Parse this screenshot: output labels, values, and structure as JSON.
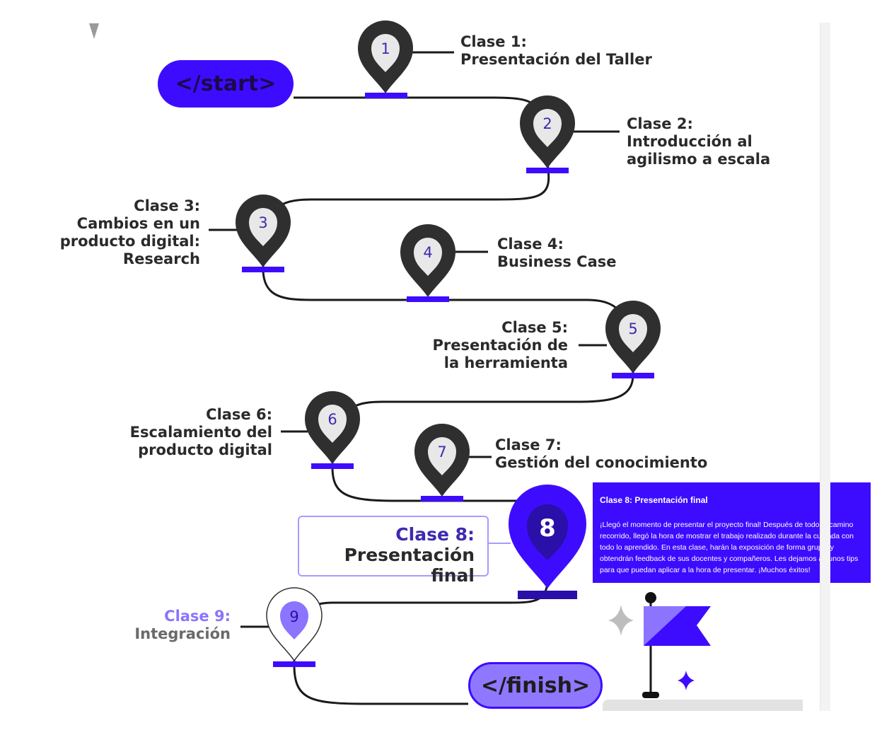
{
  "roadmap": {
    "start_label": "</start>",
    "finish_label": "</finish>",
    "classes": [
      {
        "number": "1",
        "title": "Clase 1:",
        "lines": [
          "Presentación del Taller"
        ]
      },
      {
        "number": "2",
        "title": "Clase 2:",
        "lines": [
          "Introducción al",
          "agilismo a escala"
        ]
      },
      {
        "number": "3",
        "title": "Clase 3:",
        "lines": [
          "Cambios en un",
          "producto digital:",
          "Research"
        ]
      },
      {
        "number": "4",
        "title": "Clase 4:",
        "lines": [
          "Business Case"
        ]
      },
      {
        "number": "5",
        "title": "Clase 5:",
        "lines": [
          "Presentación de",
          "la herramienta"
        ]
      },
      {
        "number": "6",
        "title": "Clase 6:",
        "lines": [
          "Escalamiento del",
          "producto digital"
        ]
      },
      {
        "number": "7",
        "title": "Clase 7:",
        "lines": [
          "Gestión del conocimiento"
        ]
      },
      {
        "number": "8",
        "title": "Clase 8:",
        "lines": [
          "Presentación final"
        ]
      },
      {
        "number": "9",
        "title": "Clase 9:",
        "lines": [
          "Integración"
        ]
      }
    ]
  },
  "tooltip": {
    "title": "Clase 8: Presentación final",
    "body": "¡Llegó el momento de presentar el proyecto final! Después de todo el camino recorrido, llegó la hora de mostrar el trabajo realizado durante la cursada con todo lo aprendido. En esta clase, harán la exposición de forma grupal y obtendrán feedback de sus docentes y compañeros. Les dejamos algunos tips para que puedan aplicar a la hora de presentar. ¡Muchos éxitos!"
  },
  "colors": {
    "accent": "#3d0cff",
    "accent_light": "#8c74ff",
    "pin_dark": "#2f2f2f",
    "text": "#2a2a2a"
  },
  "icons": [
    "map-pin-icon",
    "flag-icon",
    "sparkle-icon",
    "caret-down-icon"
  ]
}
